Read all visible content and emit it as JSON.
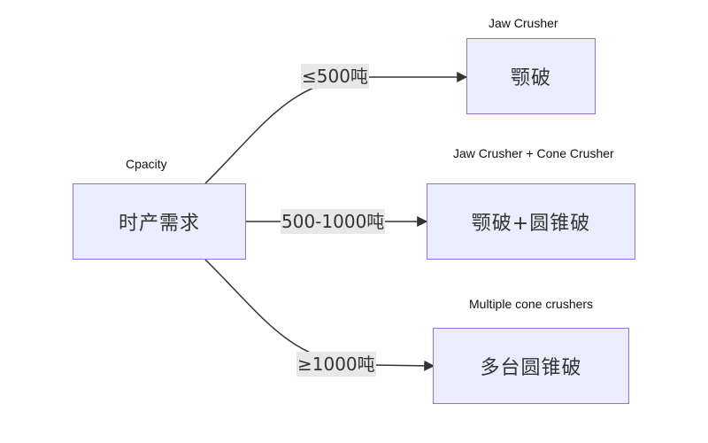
{
  "diagram": {
    "source_node": {
      "label": "时产需求",
      "caption": "Cpacity"
    },
    "targets": [
      {
        "label": "颚破",
        "caption": "Jaw Crusher",
        "edge_label": "≤500吨"
      },
      {
        "label": "颚破+圆锥破",
        "caption": "Jaw Crusher + Cone Crusher",
        "edge_label": "500-1000吨"
      },
      {
        "label": "多台圆锥破",
        "caption": "Multiple cone crushers",
        "edge_label": "≥1000吨"
      }
    ],
    "colors": {
      "node_fill": "#ececff",
      "node_border": "#9370db",
      "edge": "#333333",
      "edge_label_bg": "#e8e8e8"
    }
  }
}
